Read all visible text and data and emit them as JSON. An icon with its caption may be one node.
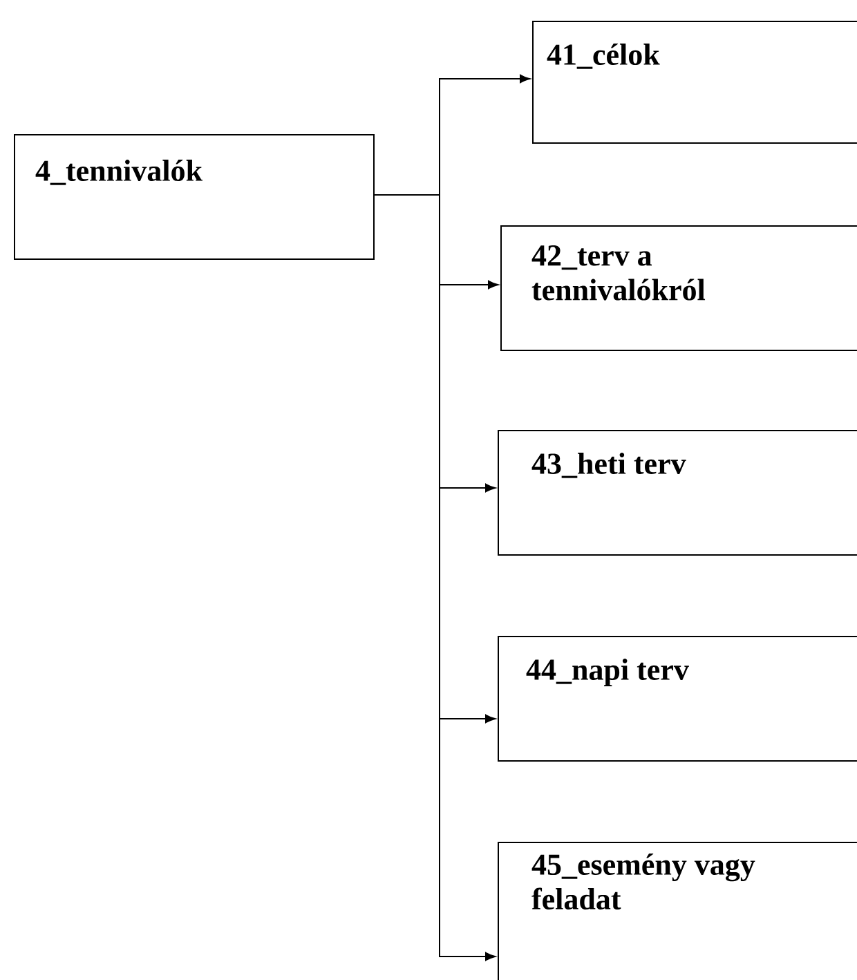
{
  "diagram": {
    "nodes": [
      {
        "text": [
          "4_tennivalók"
        ]
      },
      {
        "text": [
          "41_célok"
        ]
      },
      {
        "text": [
          "42_terv a tennivalókról"
        ]
      },
      {
        "text": [
          "43_heti terv"
        ]
      },
      {
        "text": [
          "44_napi terv"
        ]
      },
      {
        "text": [
          "45_esemény vagy feladat"
        ]
      }
    ],
    "edges": [
      {
        "from": 0,
        "to": 1,
        "arrow": "to"
      },
      {
        "from": 0,
        "to": 2,
        "arrow": "to"
      },
      {
        "from": 0,
        "to": 3,
        "arrow": "to"
      },
      {
        "from": 0,
        "to": 4,
        "arrow": "to"
      },
      {
        "from": 0,
        "to": 5,
        "arrow": "to"
      }
    ]
  }
}
